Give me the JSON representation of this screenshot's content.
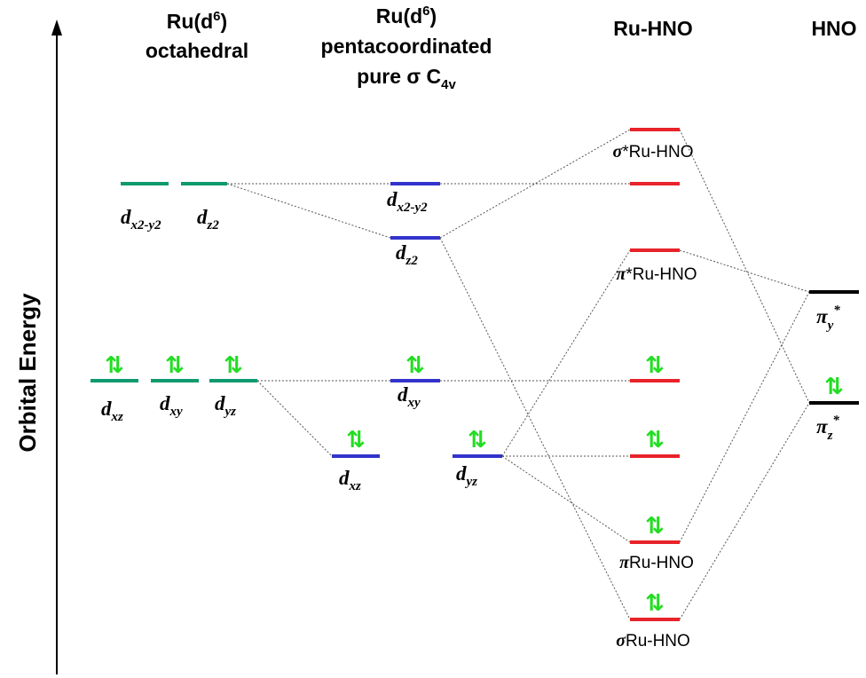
{
  "colors": {
    "octahedral": "#0e9a6e",
    "pentacoordinated": "#3333cc",
    "complex": "#e8232a",
    "hno": "#000000",
    "electron": "#22dd22"
  },
  "axis": {
    "label": "Orbital Energy"
  },
  "headers": {
    "oct_line1": "Ru(d",
    "oct_sup": "6",
    "oct_line1_close": ")",
    "oct_line2": "octahedral",
    "pent_line1": "Ru(d",
    "pent_sup": "6",
    "pent_line1_close": ")",
    "pent_line2": "pentacoordinated",
    "pent_line3": "pure σ C",
    "pent_sub": "4v",
    "complex": "Ru-HNO",
    "hno": "HNO"
  },
  "labels": {
    "oct_dx2y2_main": "d",
    "oct_dx2y2_sub": "x2-y2",
    "oct_dz2_main": "d",
    "oct_dz2_sub": "z2",
    "oct_dxz_main": "d",
    "oct_dxz_sub": "xz",
    "oct_dxy_main": "d",
    "oct_dxy_sub": "xy",
    "oct_dyz_main": "d",
    "oct_dyz_sub": "yz",
    "pent_dx2y2_main": "d",
    "pent_dx2y2_sub": "x2-y2",
    "pent_dz2_main": "d",
    "pent_dz2_sub": "z2",
    "pent_dxy_main": "d",
    "pent_dxy_sub": "xy",
    "pent_dxz_main": "d",
    "pent_dxz_sub": "xz",
    "pent_dyz_main": "d",
    "pent_dyz_sub": "yz",
    "sigma_star_sym": "σ",
    "sigma_star_text": "*Ru-HNO",
    "pi_star_sym": "π",
    "pi_star_text": "*Ru-HNO",
    "pi_sym": "π",
    "pi_text": "Ru-HNO",
    "sigma_sym": "σ",
    "sigma_text": "Ru-HNO",
    "hno_piy_main": "π",
    "hno_piy_sub": "y",
    "hno_piy_sup": "*",
    "hno_piz_main": "π",
    "hno_piz_sub": "z",
    "hno_piz_sup": "*"
  },
  "electron_pair_glyph": "⇅"
}
